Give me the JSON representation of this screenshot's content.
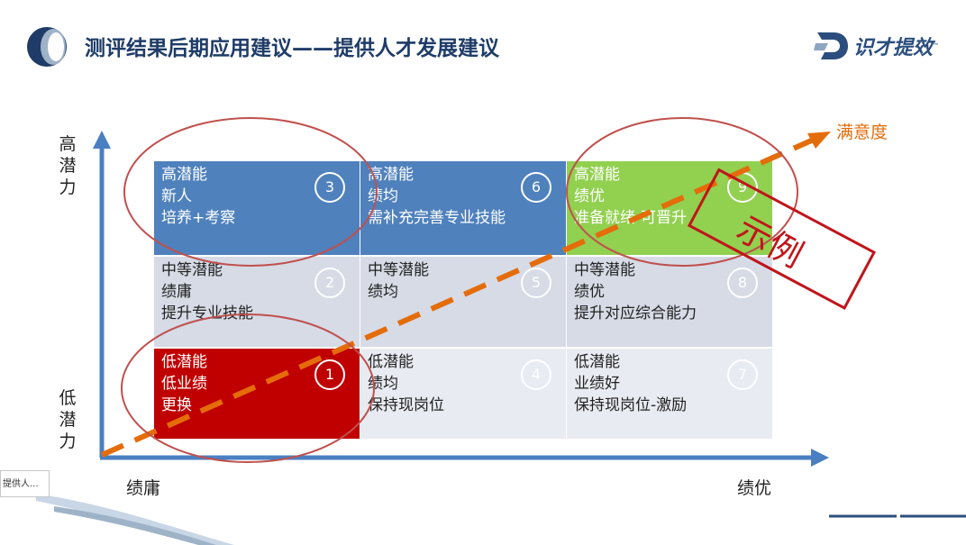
{
  "slide": {
    "title": "测评结果后期应用建议——提供人才发展建议",
    "brand": "识才提效",
    "brand_tm": "™",
    "thumbnail_tab": "提供人...",
    "axis": {
      "y_high": "高潜力",
      "y_low": "低潜力",
      "x_low": "绩庸",
      "x_high": "绩优",
      "trend_label": "满意度"
    },
    "stamp": "示例",
    "grid": [
      {
        "number": "3",
        "lines": [
          "高潜能",
          "新人",
          "培养+考察"
        ]
      },
      {
        "number": "6",
        "lines": [
          "高潜能",
          "绩均",
          "需补充完善专业技能"
        ]
      },
      {
        "number": "9",
        "lines": [
          "高潜能",
          "绩优",
          "准备就绪-可晋升"
        ]
      },
      {
        "number": "2",
        "lines": [
          "中等潜能",
          "绩庸",
          "提升专业技能"
        ]
      },
      {
        "number": "5",
        "lines": [
          "中等潜能",
          "绩均",
          ""
        ]
      },
      {
        "number": "8",
        "lines": [
          "中等潜能",
          "绩优",
          "提升对应综合能力"
        ]
      },
      {
        "number": "1",
        "lines": [
          "低潜能",
          "低业绩",
          "更换"
        ]
      },
      {
        "number": "4",
        "lines": [
          "低潜能",
          "绩均",
          "保持现岗位"
        ]
      },
      {
        "number": "7",
        "lines": [
          "低潜能",
          "业绩好",
          "保持现岗位-激励"
        ]
      }
    ],
    "colors": {
      "title": "#1f3c68",
      "blue_cell": "#4f81bd",
      "green_cell": "#92d050",
      "red_cell": "#c00000",
      "mid_cell": "#d6dbe6",
      "low_cell": "#e8ebf2",
      "axis": "#4a7fc1",
      "trend": "#e46c0a",
      "ellipse": "#c0504d"
    }
  }
}
